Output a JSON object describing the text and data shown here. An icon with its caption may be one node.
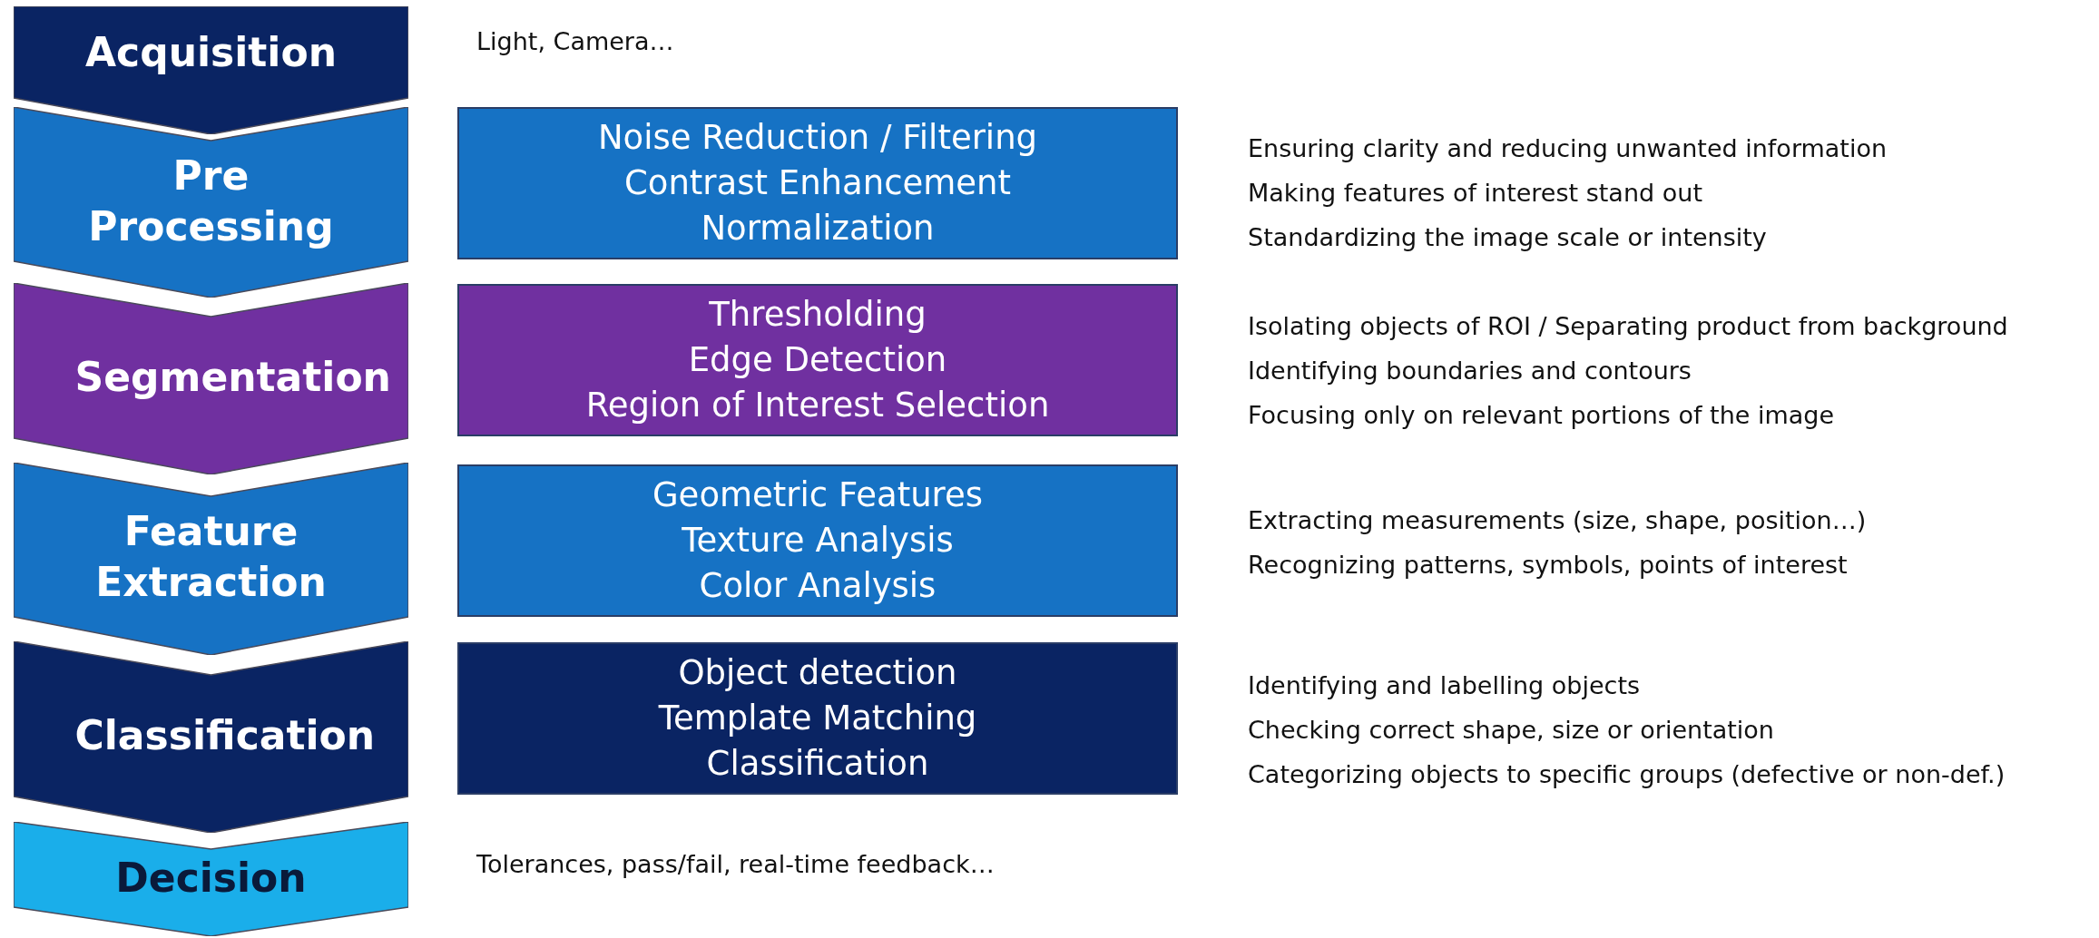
{
  "diagram": {
    "nodes": [
      {
        "text": [
          "Acquisition"
        ]
      },
      {
        "text": [
          "Pre Processing"
        ]
      },
      {
        "text": [
          "Segmentation"
        ]
      },
      {
        "text": [
          "Feature Extraction"
        ]
      },
      {
        "text": [
          "Classification"
        ]
      },
      {
        "text": [
          "Decision"
        ]
      },
      {
        "text": [
          "Noise Reduction / Filtering",
          "Contrast Enhancement",
          "Normalization"
        ]
      },
      {
        "text": [
          "Thresholding",
          "Edge Detection",
          "Region of Interest Selection"
        ]
      },
      {
        "text": [
          "Geometric Features",
          "Texture Analysis",
          "Color Analysis"
        ]
      },
      {
        "text": [
          "Object detection",
          "Template Matching",
          "Classification"
        ]
      }
    ],
    "labels": [
      "Light, Camera…",
      "Ensuring clarity and reducing unwanted information",
      "Making features of interest stand out",
      "Standardizing the image scale or intensity",
      "Isolating objects of ROI / Separating product from background",
      "Identifying boundaries and contours",
      "Focusing only on relevant portions of the image",
      "Extracting measurements (size, shape, position…)",
      "Recognizing patterns, symbols, points of interest",
      "Identifying and labelling objects",
      "Checking correct shape, size or orientation",
      "Categorizing objects to specific groups (defective or non-def.)",
      "Tolerances, pass/fail, real-time feedback…"
    ]
  }
}
